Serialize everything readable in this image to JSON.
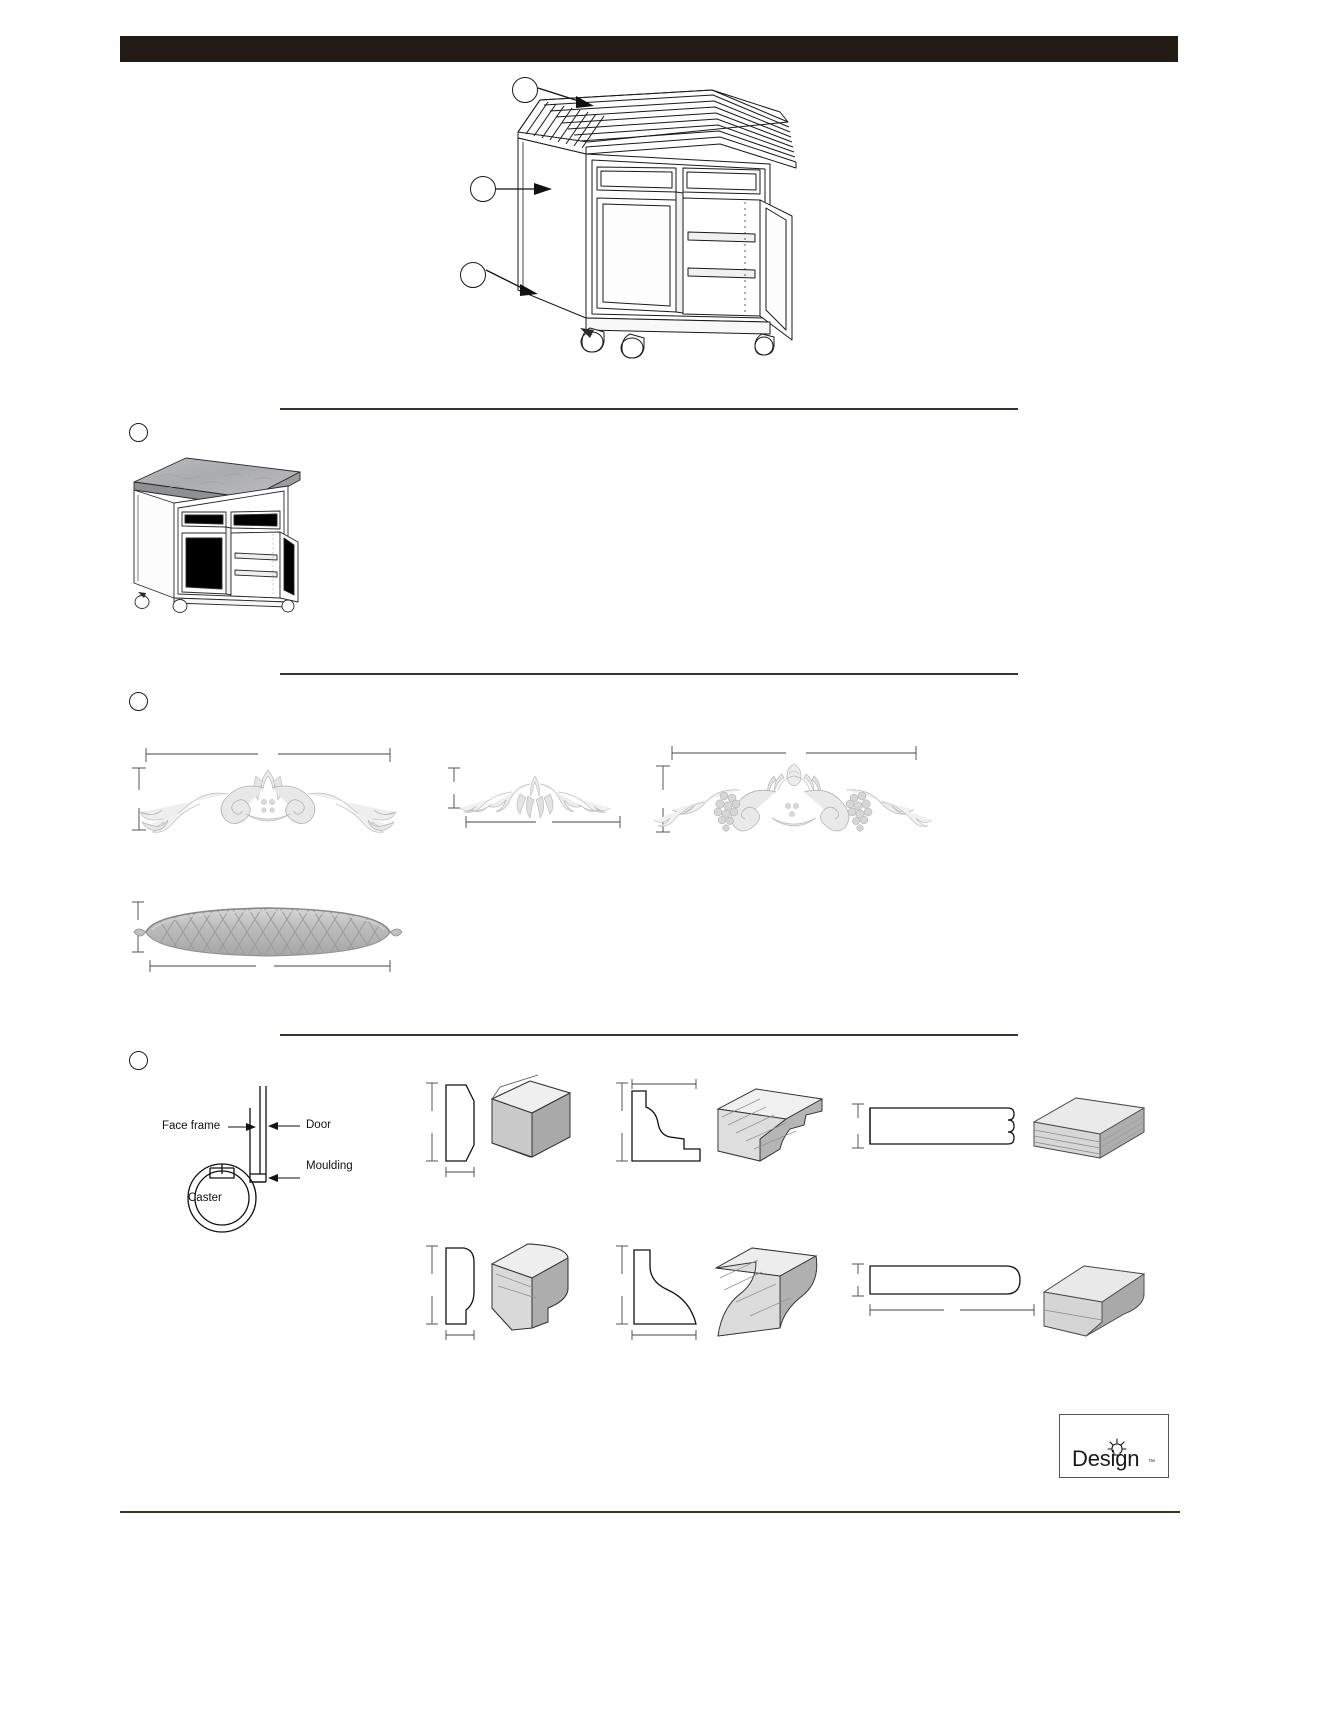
{
  "document": {
    "type": "assembly-instruction-sheet",
    "header_bar_color": "#231c14",
    "background": "#ffffff"
  },
  "sections": [
    {
      "id": "exploded-view",
      "callouts": [
        {
          "name": "callout-top",
          "label": "",
          "points_to": "butcher-block-top"
        },
        {
          "name": "callout-side-panel",
          "label": "",
          "points_to": "cabinet-side-panel"
        },
        {
          "name": "callout-caster",
          "label": "",
          "points_to": "caster-wheel"
        }
      ]
    },
    {
      "id": "finished-cabinet",
      "bullet_label": "",
      "illustration": "kitchen-island-cabinet-with-stone-top"
    },
    {
      "id": "onlays-and-appliques",
      "bullet_label": "",
      "items": [
        {
          "name": "acanthus-scroll-onlay",
          "width_dim": "",
          "height_dim": ""
        },
        {
          "name": "small-leaf-onlay",
          "width_dim": "",
          "height_dim": ""
        },
        {
          "name": "grape-cluster-onlay",
          "width_dim": "",
          "height_dim": ""
        },
        {
          "name": "braided-oval-medallion",
          "width_dim": "",
          "height_dim": ""
        }
      ]
    },
    {
      "id": "mouldings-and-caster-detail",
      "bullet_label": "",
      "caster_detail": {
        "labels": [
          {
            "name": "face-frame-label",
            "text": "Face frame"
          },
          {
            "name": "door-label",
            "text": "Door"
          },
          {
            "name": "moulding-label",
            "text": "Moulding"
          },
          {
            "name": "caster-label",
            "text": "Caster"
          }
        ]
      },
      "moulding_profiles": [
        {
          "name": "bevel-edge-profile",
          "row": 1,
          "col": 1
        },
        {
          "name": "cove-crown-profile",
          "row": 1,
          "col": 2
        },
        {
          "name": "bead-board-profile",
          "row": 1,
          "col": 3
        },
        {
          "name": "ogee-edge-profile",
          "row": 2,
          "col": 1
        },
        {
          "name": "cove-base-profile",
          "row": 2,
          "col": 2
        },
        {
          "name": "bullnose-profile",
          "row": 2,
          "col": 3
        }
      ]
    }
  ],
  "logo": {
    "name": "design-logo",
    "text": "Design",
    "trademark": "™",
    "icon": "lightbulb-icon"
  }
}
